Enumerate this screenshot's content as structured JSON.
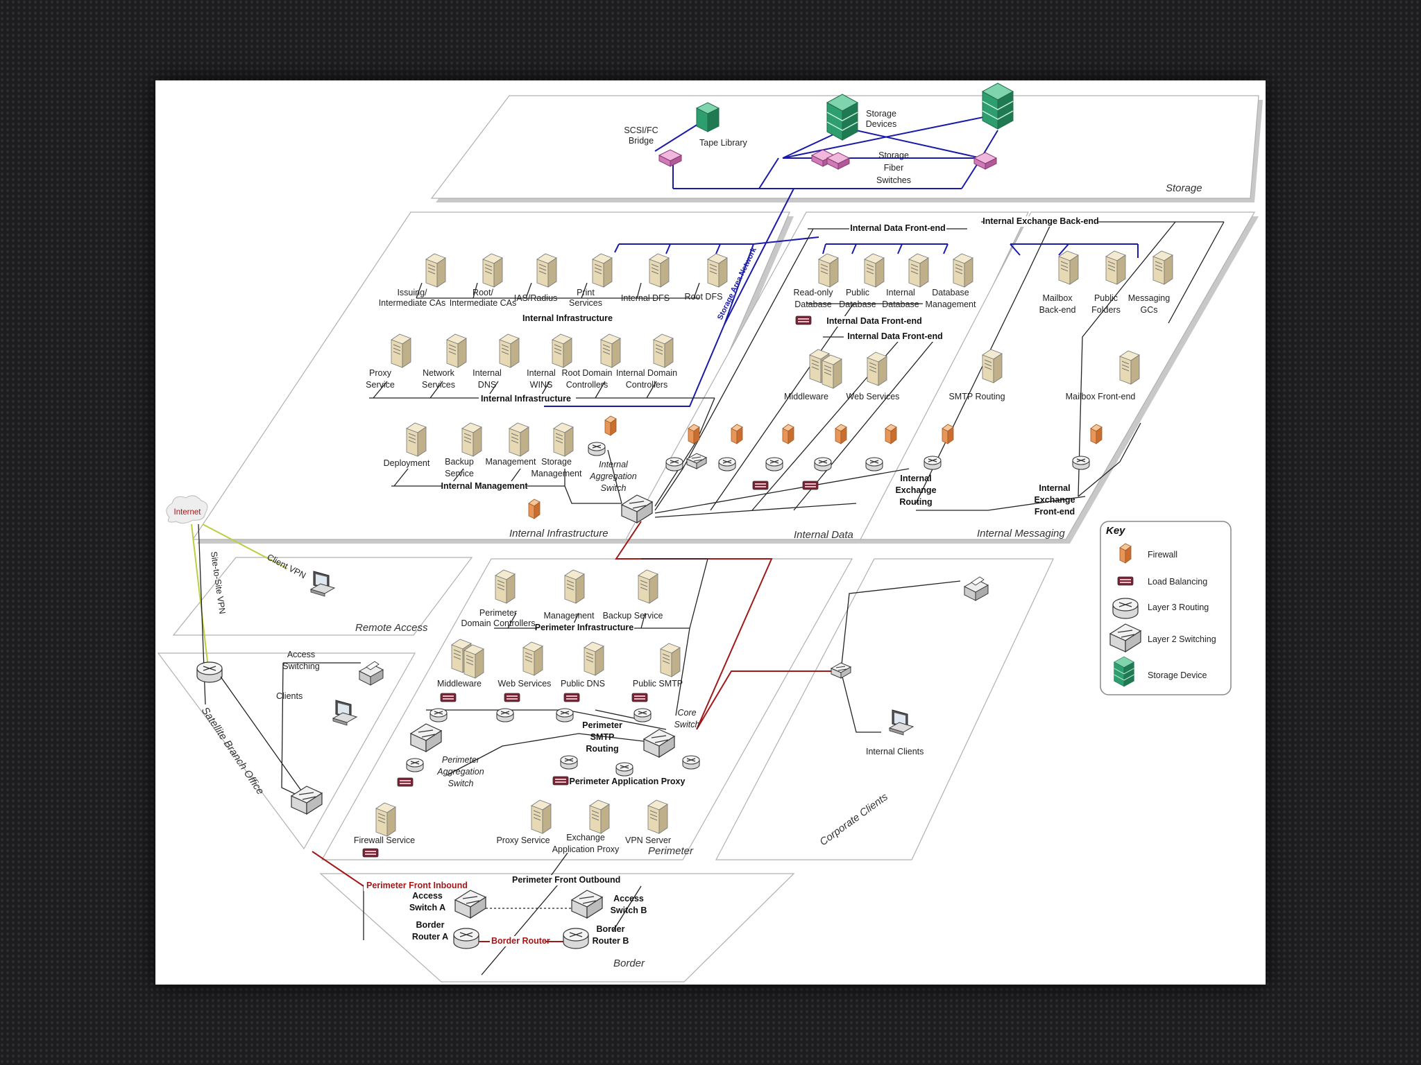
{
  "zones": {
    "storage": "Storage",
    "internal_infrastructure": "Internal Infrastructure",
    "internal_data": "Internal Data",
    "internal_messaging": "Internal Messaging",
    "remote_access": "Remote Access",
    "satellite_branch_office": "Satellite Branch Office",
    "perimeter": "Perimeter",
    "corporate_clients": "Corporate Clients",
    "border": "Border"
  },
  "storage": {
    "scsi_bridge": [
      "SCSI/FC",
      "Bridge"
    ],
    "tape_library": "Tape Library",
    "storage_devices": [
      "Storage",
      "Devices"
    ],
    "fiber_switches": [
      "Storage",
      "Fiber",
      "Switches"
    ],
    "san": "Storage Area Network"
  },
  "infra": {
    "row1": [
      [
        "Issuing/",
        "Intermediate CAs"
      ],
      [
        "Root/",
        "Intermediate CAs"
      ],
      [
        "IAS/Radius"
      ],
      [
        "Print",
        "Services"
      ],
      [
        "Internal DFS"
      ],
      [
        "Root DFS"
      ]
    ],
    "row2": [
      [
        "Proxy",
        "Service"
      ],
      [
        "Network",
        "Services"
      ],
      [
        "Internal",
        "DNS"
      ],
      [
        "Internal",
        "WINS"
      ],
      [
        "Root Domain",
        "Controllers"
      ],
      [
        "Internal Domain",
        "Controllers"
      ]
    ],
    "row3": [
      [
        "Deployment"
      ],
      [
        "Backup",
        "Service"
      ],
      [
        "Management"
      ],
      [
        "Storage",
        "Management"
      ]
    ],
    "bar1": "Internal Infrastructure",
    "bar2": "Internal Infrastructure",
    "bar3": "Internal Management",
    "agg_switch": [
      "Internal",
      "Aggregation",
      "Switch"
    ]
  },
  "data": {
    "front_end_top": "Internal Data Front-end",
    "servers": [
      [
        "Read-only",
        "Database"
      ],
      [
        "Public",
        "Database"
      ],
      [
        "Internal",
        "Database"
      ],
      [
        "Database",
        "Management"
      ]
    ],
    "front_end_mid": "Internal Data Front-end",
    "front_end_low": "Internal Data Front-end",
    "middleware": "Middleware",
    "web_services": "Web Services"
  },
  "messaging": {
    "back_end": "Internal Exchange Back-end",
    "servers": [
      [
        "Mailbox",
        "Back-end"
      ],
      [
        "Public",
        "Folders"
      ],
      [
        "Messaging",
        "GCs"
      ]
    ],
    "smtp_routing": "SMTP Routing",
    "mailbox_front": "Mailbox Front-end",
    "exchange_routing": [
      "Internal",
      "Exchange",
      "Routing"
    ],
    "exchange_front": [
      "Internal",
      "Exchange",
      "Front-end"
    ]
  },
  "internet": "Internet",
  "remote": {
    "client_vpn": "Client VPN",
    "site_vpn": "Site-to-Site VPN"
  },
  "satellite": {
    "access_switching": [
      "Access",
      "Switching"
    ],
    "clients": "Clients"
  },
  "perimeter": {
    "row1": [
      [
        "Perimeter",
        "Domain Controllers"
      ],
      [
        "Management"
      ],
      [
        "Backup Service"
      ]
    ],
    "infra_bar": "Perimeter Infrastructure",
    "row2": [
      [
        "Middleware"
      ],
      [
        "Web Services"
      ],
      [
        "Public DNS"
      ],
      [
        "Public SMTP"
      ]
    ],
    "smtp_routing": [
      "Perimeter",
      "SMTP",
      "Routing"
    ],
    "core_switch": [
      "Core",
      "Switch"
    ],
    "agg_switch": [
      "Perimeter",
      "Aggregation",
      "Switch"
    ],
    "app_proxy": "Perimeter Application Proxy",
    "row3": [
      [
        "Firewall Service"
      ],
      [
        "Proxy Service"
      ],
      [
        "Exchange",
        "Application Proxy"
      ],
      [
        "VPN Server"
      ]
    ],
    "front_inbound": "Perimeter Front Inbound",
    "front_outbound": "Perimeter Front Outbound"
  },
  "corporate": {
    "internal_clients": "Internal  Clients"
  },
  "border": {
    "access_a": [
      "Access",
      "Switch A"
    ],
    "access_b": [
      "Access",
      "Switch B"
    ],
    "router_a": [
      "Border",
      "Router A"
    ],
    "router_b": [
      "Border",
      "Router B"
    ],
    "border_router": "Border Router"
  },
  "key": {
    "title": "Key",
    "items": [
      "Firewall",
      "Load Balancing",
      "Layer 3 Routing",
      "Layer 2 Switching",
      "Storage Device"
    ]
  },
  "colors": {
    "firewall": "#e8955a",
    "storage": "#2e9e6e",
    "san_blue": "#1a1aa8",
    "red_link": "#a01818",
    "fiber_switch": "#d07ab8"
  }
}
